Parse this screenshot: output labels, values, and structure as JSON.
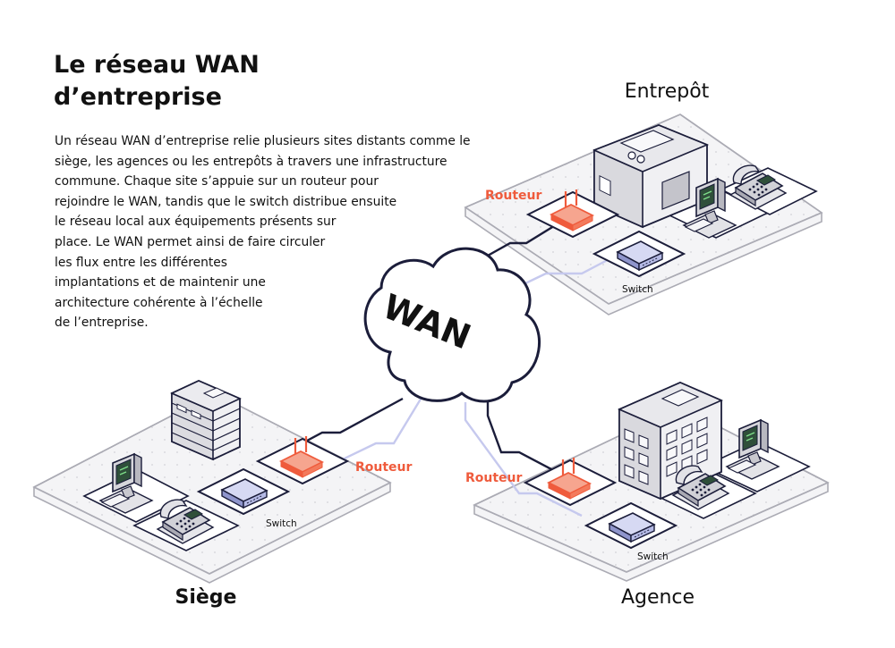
{
  "title": {
    "line1": "Le réseau WAN",
    "line2": "d’entreprise"
  },
  "description": {
    "lines": [
      "Un réseau WAN d’entreprise relie plusieurs sites distants comme le",
      "siège, les agences ou les entrepôts à travers une infrastructure",
      "commune. Chaque site s’appuie sur un routeur pour",
      "rejoindre le WAN, tandis que le switch distribue ensuite",
      "le réseau local aux équipements présents sur",
      "place. Le WAN permet ainsi de faire circuler",
      "les flux entre les différentes",
      "implantations et de maintenir une",
      "architecture cohérente à l’échelle",
      "de l’entreprise."
    ]
  },
  "wan": {
    "label": "WAN"
  },
  "sites": {
    "entrepot": {
      "name": "Entrepôt",
      "router_label": "Routeur",
      "switch_label": "Switch"
    },
    "siege": {
      "name": "Siège",
      "router_label": "Routeur",
      "switch_label": "Switch"
    },
    "agence": {
      "name": "Agence",
      "router_label": "Routeur",
      "switch_label": "Switch"
    }
  },
  "icons": {
    "router": "router-icon",
    "switch": "switch-icon",
    "computer": "computer-icon",
    "phone": "phone-icon",
    "building": "building-icon",
    "server": "server-rack-icon",
    "cloud": "cloud-icon"
  },
  "colors": {
    "accent": "#ef5b3c",
    "switch_fill": "#c9cdee",
    "cable_dark": "#1b1d3a",
    "cable_light": "#c6c9ee",
    "platform": "#f4f4f6"
  }
}
